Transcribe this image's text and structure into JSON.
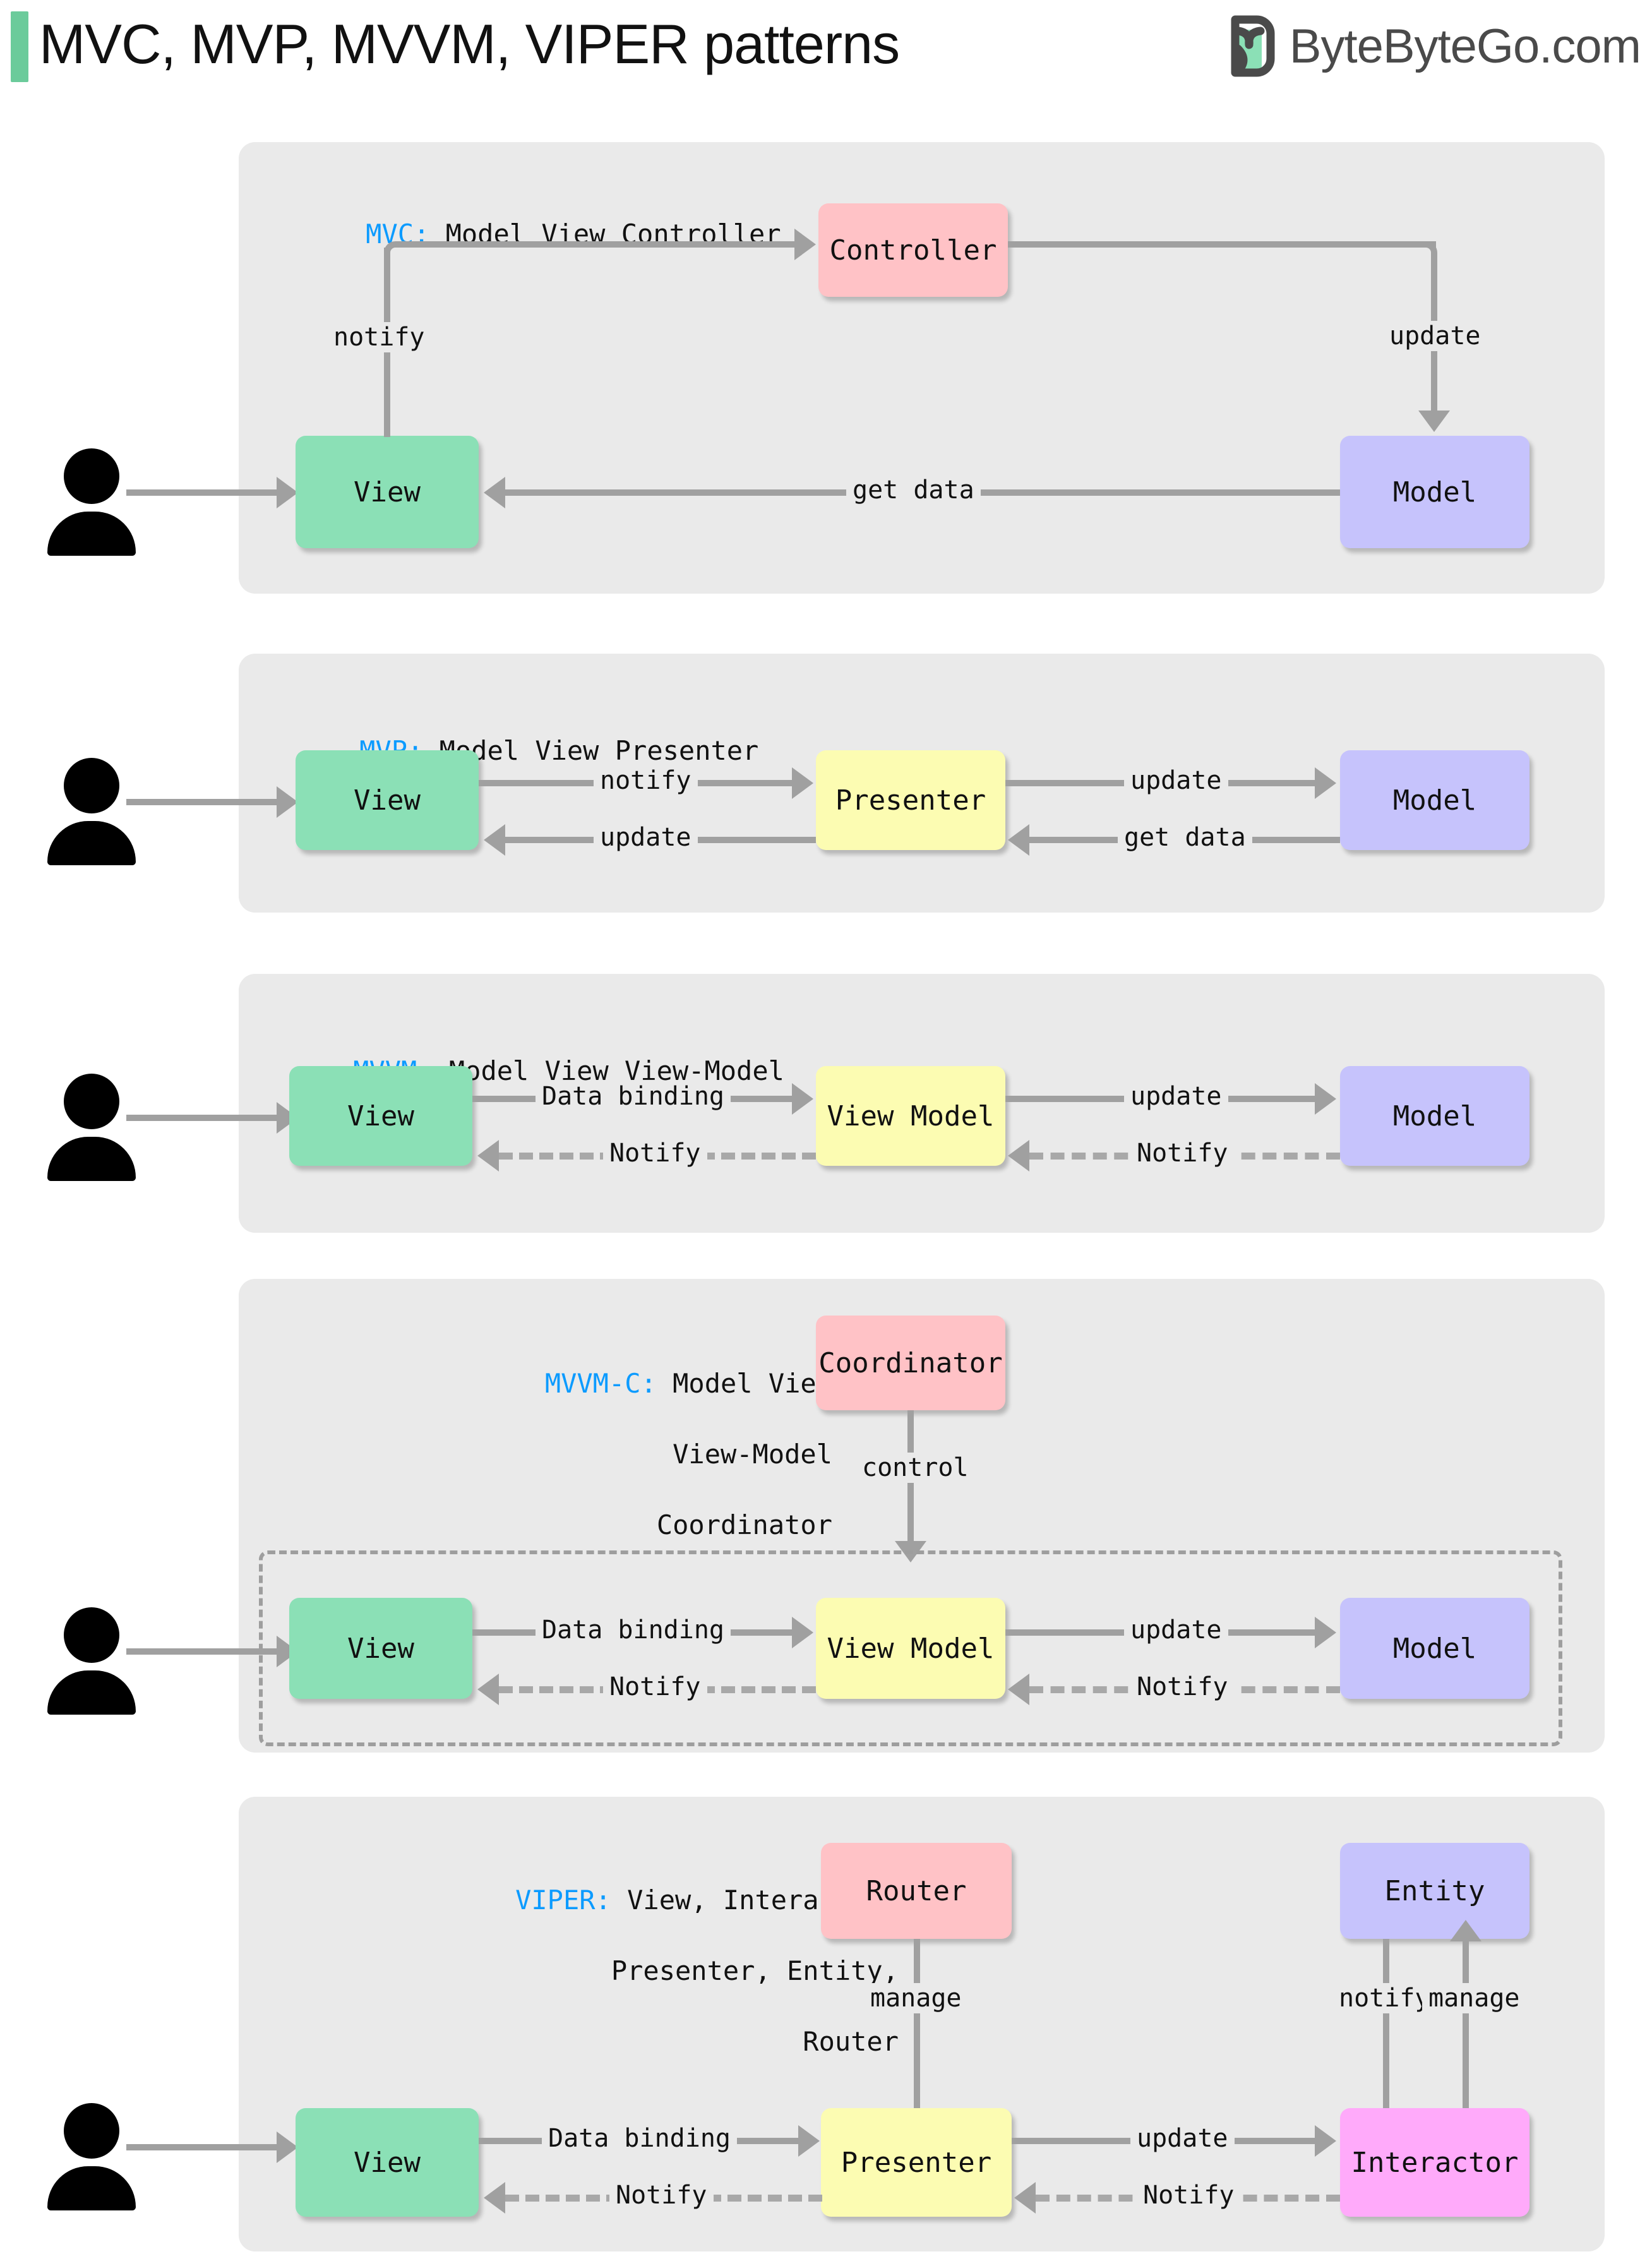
{
  "header": {
    "title": "MVC, MVP, MVVM, VIPER patterns",
    "brand_text": "ByteByteGo.com",
    "accent_color": "#6BCB9B",
    "brand_icon": "bytebytego-logo-icon"
  },
  "palette": {
    "panel_bg": "#EAEAEA",
    "view": "#8BE0B6",
    "model": "#C6C3FC",
    "controller": "#FFC2C6",
    "presenter": "#FCFCB2",
    "interactor": "#FFAAFA",
    "key_label": "#0C9BFF",
    "connector": "#A0A0A0"
  },
  "sections": [
    {
      "id": "mvc",
      "key": "MVC:",
      "expansion": "Model View Controller",
      "nodes": {
        "view": "View",
        "model": "Model",
        "controller": "Controller"
      },
      "edges": {
        "notify": "notify",
        "update": "update",
        "get_data": "get data"
      }
    },
    {
      "id": "mvp",
      "key": "MVP:",
      "expansion": "Model View Presenter",
      "nodes": {
        "view": "View",
        "presenter": "Presenter",
        "model": "Model"
      },
      "edges": {
        "view_to_presenter": "notify",
        "presenter_to_view": "update",
        "presenter_to_model": "update",
        "model_to_presenter": "get data"
      }
    },
    {
      "id": "mvvm",
      "key": "MVVM:",
      "expansion": "Model View View-Model",
      "nodes": {
        "view": "View",
        "viewmodel": "View Model",
        "model": "Model"
      },
      "edges": {
        "view_to_vm": "Data binding",
        "vm_to_view": "Notify",
        "vm_to_model": "update",
        "model_to_vm": "Notify"
      }
    },
    {
      "id": "mvvmc",
      "key": "MVVM-C:",
      "expansion_lines": [
        "Model View",
        "View-Model",
        "Coordinator"
      ],
      "nodes": {
        "coordinator": "Coordinator",
        "view": "View",
        "viewmodel": "View Model",
        "model": "Model"
      },
      "edges": {
        "coordinator_control": "control",
        "view_to_vm": "Data binding",
        "vm_to_view": "Notify",
        "vm_to_model": "update",
        "model_to_vm": "Notify"
      }
    },
    {
      "id": "viper",
      "key": "VIPER:",
      "expansion_lines": [
        "View, Interactor,",
        "Presenter, Entity,",
        "Router"
      ],
      "nodes": {
        "router": "Router",
        "entity": "Entity",
        "view": "View",
        "presenter": "Presenter",
        "interactor": "Interactor"
      },
      "edges": {
        "router_manage": "manage",
        "entity_notify": "notify",
        "interactor_manage": "manage",
        "view_to_presenter": "Data binding",
        "presenter_to_view": "Notify",
        "presenter_to_interactor": "update",
        "interactor_to_presenter": "Notify"
      }
    }
  ]
}
